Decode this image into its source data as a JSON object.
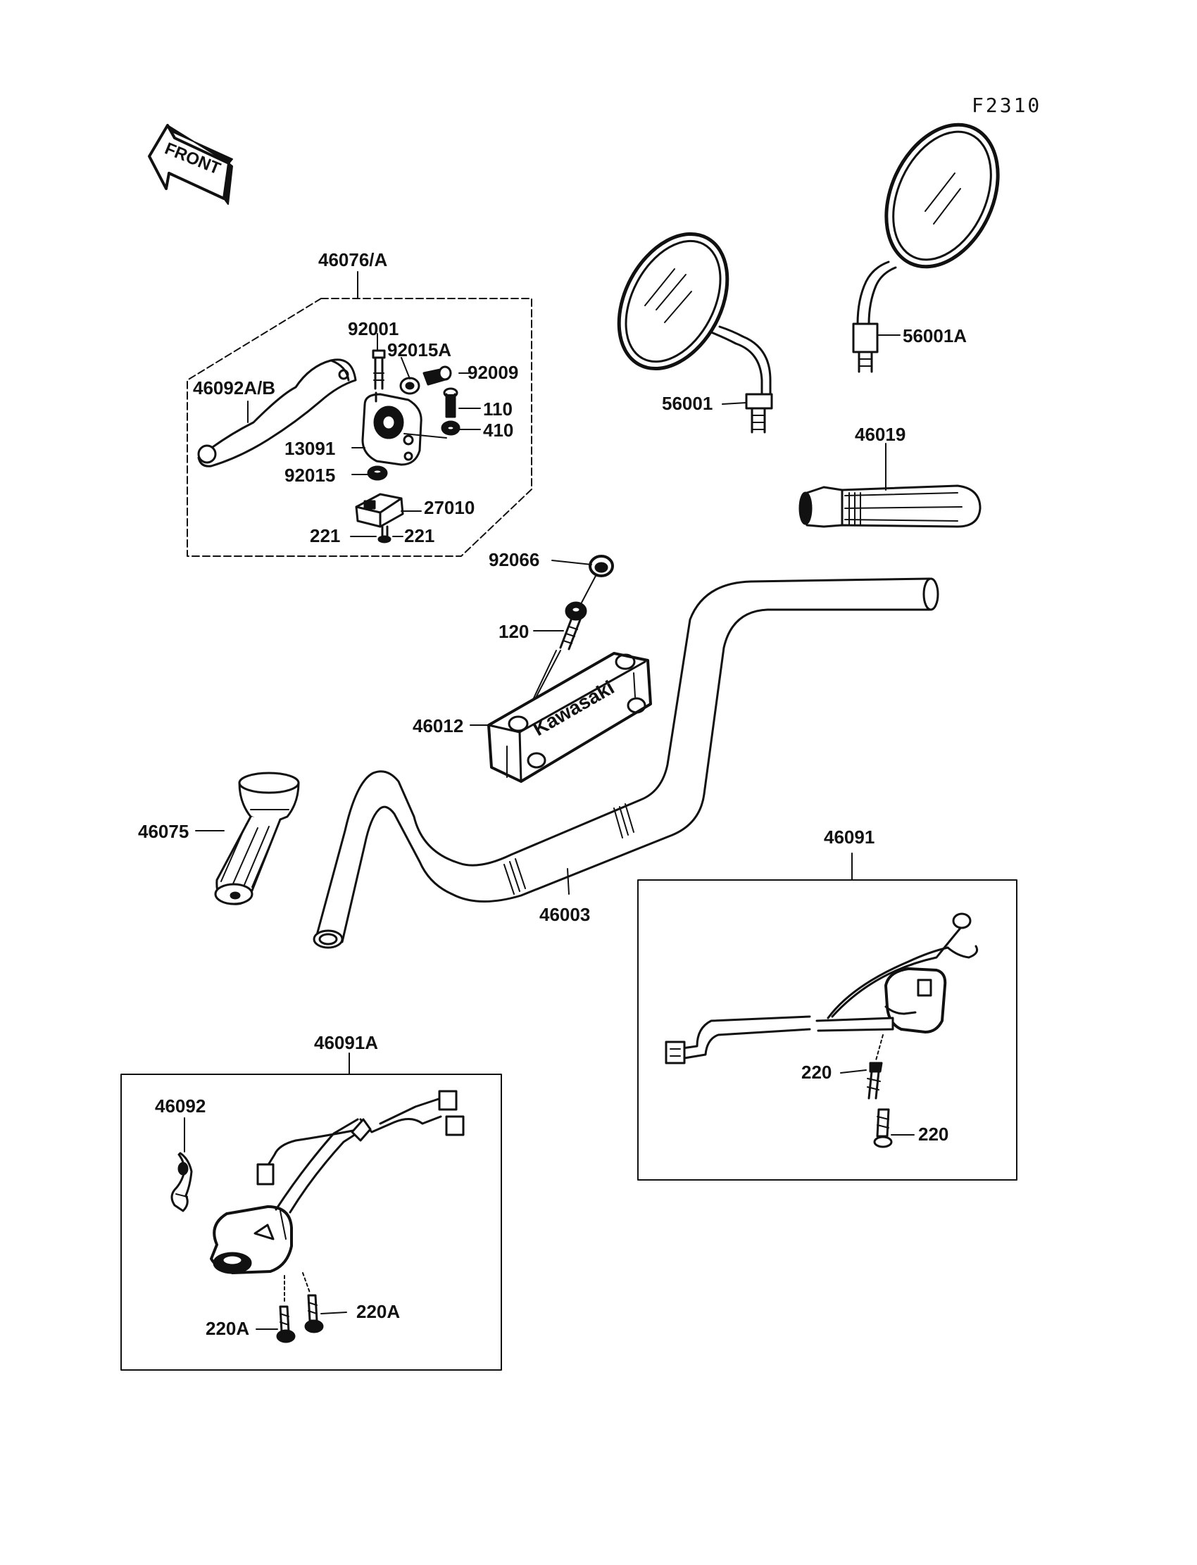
{
  "figure_code": "F2310",
  "front_arrow": {
    "text": "FRONT"
  },
  "brand_text": "Kawasaki",
  "colors": {
    "ink": "#111111",
    "paper": "#ffffff"
  },
  "groups": {
    "lever_assy": "46076/A",
    "switch_right": "46091",
    "switch_left": "46091A"
  },
  "parts": {
    "lever": "46092A/B",
    "pin_92001": "92001",
    "nut_92015A": "92015A",
    "screw_92009": "92009",
    "screw_110": "110",
    "washer_410": "410",
    "holder_13091": "13091",
    "nut_92015": "92015",
    "switch_27010": "27010",
    "screw_221_left": "221",
    "screw_221_right": "221",
    "mirror_56001": "56001",
    "mirror_56001A": "56001A",
    "grip_46019": "46019",
    "cap_92066": "92066",
    "bolt_120": "120",
    "holder_46012": "46012",
    "grip_46075": "46075",
    "handlebar_46003": "46003",
    "screw_220_top": "220",
    "screw_220_bottom": "220",
    "lever_46092": "46092",
    "screw_220A_left": "220A",
    "screw_220A_right": "220A"
  }
}
